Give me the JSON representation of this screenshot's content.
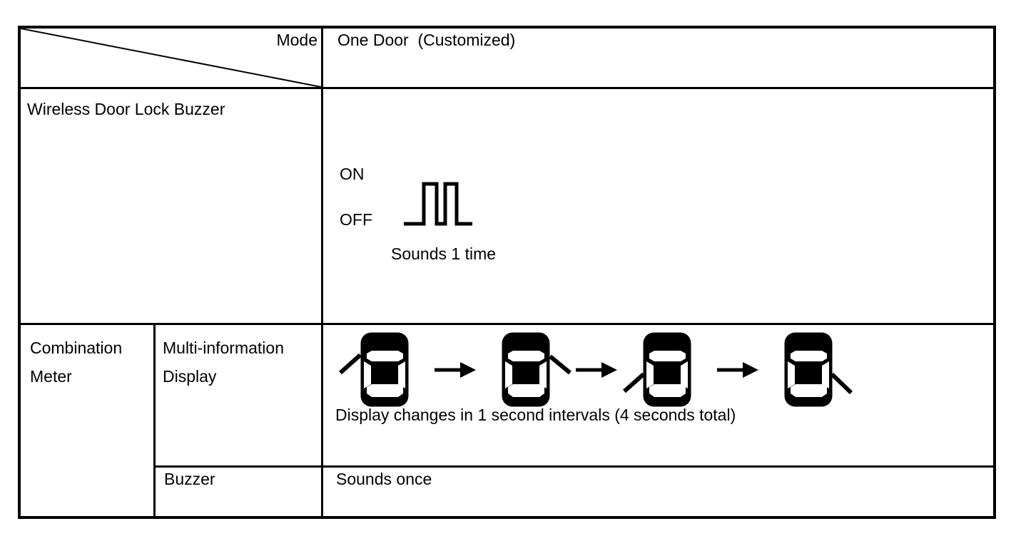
{
  "colors": {
    "ink": "#000000",
    "background": "#ffffff"
  },
  "header": {
    "mode_label": "Mode",
    "mode_value": "One Door  (Customized)"
  },
  "wireless_buzzer": {
    "row_label": "Wireless Door Lock Buzzer",
    "on_label": "ON",
    "off_label": "OFF",
    "pulse_count": 2,
    "caption": "Sounds 1 time"
  },
  "combination_meter": {
    "row_label": "Combination\nMeter",
    "multi_information_display": {
      "label": "Multi-information\nDisplay",
      "caption": "Display changes in 1 second intervals (4 seconds total)",
      "door_sequence": [
        "front-left-door-open",
        "front-right-door-open",
        "rear-left-door-open",
        "rear-right-door-open"
      ],
      "separator_icon": "arrow-right-icon"
    },
    "buzzer": {
      "label": "Buzzer",
      "value": "Sounds once"
    }
  }
}
